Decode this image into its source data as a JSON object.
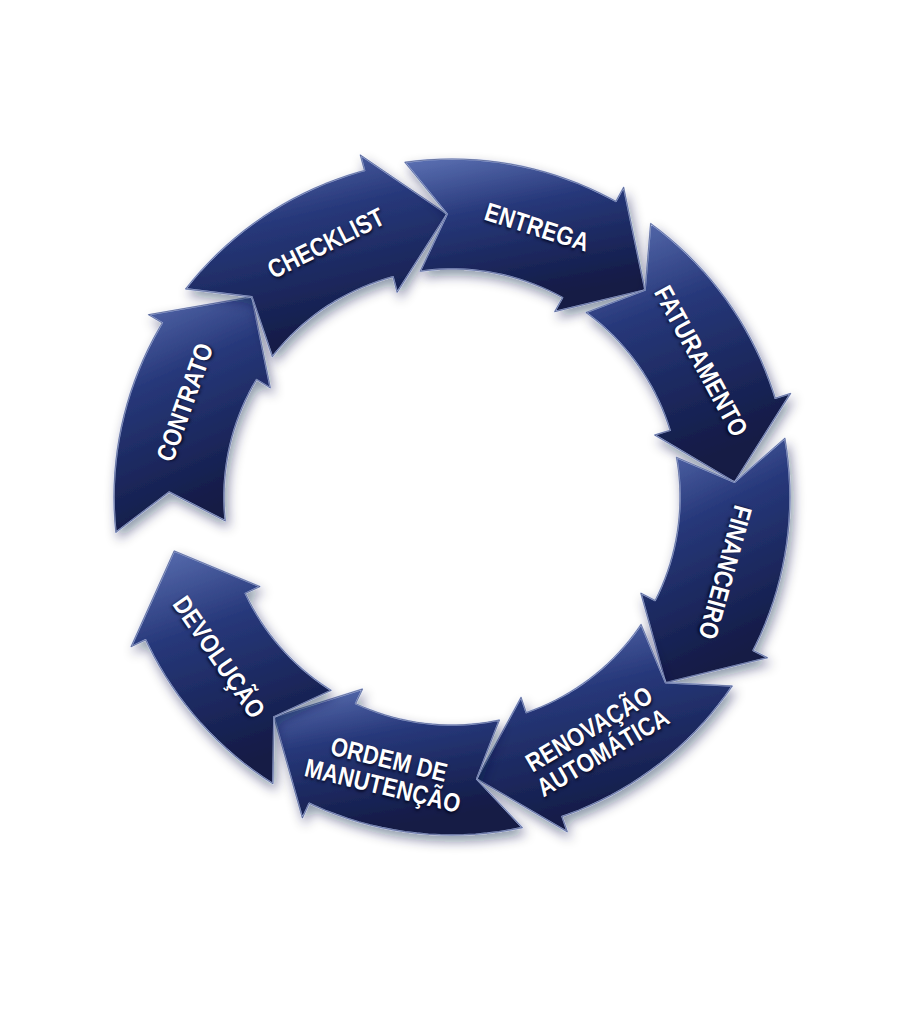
{
  "diagram": {
    "nodes": [
      {
        "text": [
          "CONTRATO"
        ]
      },
      {
        "text": [
          "CHECKLIST"
        ]
      },
      {
        "text": [
          "ENTREGA"
        ]
      },
      {
        "text": [
          "FATURAMENTO"
        ]
      },
      {
        "text": [
          "FINANCEIRO"
        ]
      },
      {
        "text": [
          "RENOVAÇÃO AUTOMÁTICA"
        ]
      },
      {
        "text": [
          "ORDEM DE MANUTENÇÃO"
        ]
      },
      {
        "text": [
          "DEVOLUÇÃO"
        ]
      }
    ]
  }
}
